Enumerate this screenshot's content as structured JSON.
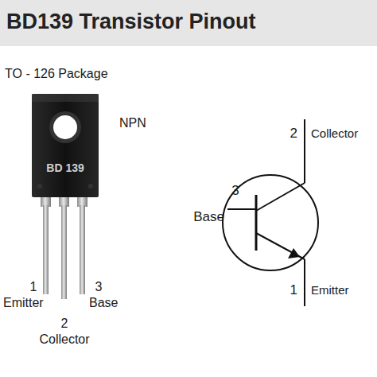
{
  "diagram": {
    "title": "BD139 Transistor Pinout",
    "labels": [
      "TO - 126 Package",
      "NPN",
      "BD 139",
      "1",
      "Emitter",
      "3",
      "Base",
      "2",
      "Collector",
      "2",
      "Collector",
      "3",
      "Base",
      "1",
      "Emitter"
    ]
  }
}
